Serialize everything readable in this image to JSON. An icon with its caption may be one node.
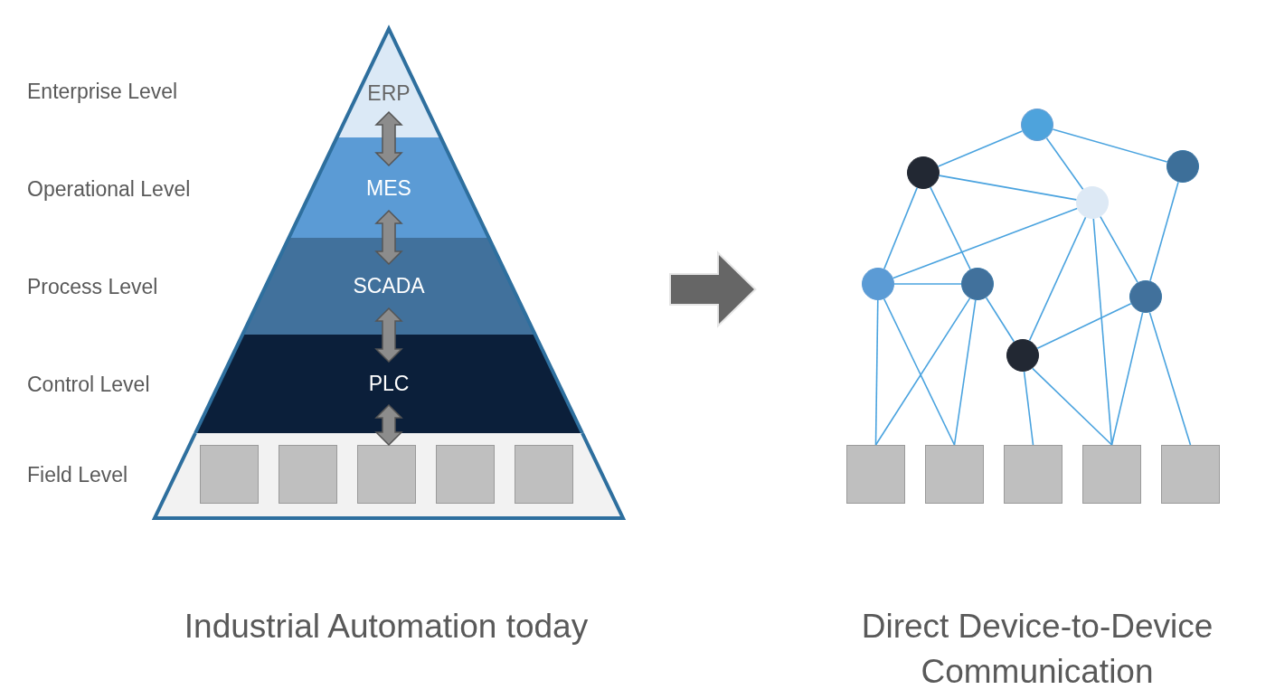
{
  "diagram": {
    "nodes": [
      {
        "text": [
          "ERP"
        ]
      },
      {
        "text": [
          "MES"
        ]
      },
      {
        "text": [
          "SCADA"
        ]
      },
      {
        "text": [
          "PLC"
        ]
      },
      {
        "text": [],
        "shape": "box"
      },
      {
        "text": [],
        "shape": "box",
        "in": 4
      },
      {
        "text": [],
        "shape": "box",
        "in": 4
      },
      {
        "text": [],
        "shape": "box",
        "in": 4
      },
      {
        "text": [],
        "shape": "box",
        "in": 4
      },
      {
        "text": [],
        "shape": "box",
        "in": 4
      },
      {
        "text": [],
        "shape": "circle"
      },
      {
        "text": [],
        "shape": "circle"
      },
      {
        "text": [],
        "shape": "circle"
      },
      {
        "text": [],
        "shape": "circle"
      },
      {
        "text": [],
        "shape": "circle"
      },
      {
        "text": [],
        "shape": "circle"
      },
      {
        "text": [],
        "shape": "circle"
      },
      {
        "text": [],
        "shape": "circle"
      },
      {
        "text": [],
        "shape": "box"
      },
      {
        "text": [],
        "shape": "box"
      },
      {
        "text": [],
        "shape": "box"
      },
      {
        "text": [],
        "shape": "box"
      },
      {
        "text": [],
        "shape": "box"
      }
    ],
    "edges": [
      {
        "from": 0,
        "to": 1,
        "arrow": "both"
      },
      {
        "from": 1,
        "to": 2,
        "arrow": "both"
      },
      {
        "from": 2,
        "to": 3,
        "arrow": "both"
      },
      {
        "from": 3,
        "to": 7,
        "arrow": "both"
      },
      {
        "from": 10,
        "to": 11,
        "arrow": "none"
      },
      {
        "from": 10,
        "to": 12,
        "arrow": "none"
      },
      {
        "from": 10,
        "to": 13,
        "arrow": "none"
      },
      {
        "from": 11,
        "to": 13,
        "arrow": "none"
      },
      {
        "from": 11,
        "to": 14,
        "arrow": "none"
      },
      {
        "from": 11,
        "to": 15,
        "arrow": "none"
      },
      {
        "from": 13,
        "to": 14,
        "arrow": "none"
      },
      {
        "from": 13,
        "to": 17,
        "arrow": "none"
      },
      {
        "from": 13,
        "to": 21,
        "arrow": "none"
      },
      {
        "from": 13,
        "to": 16,
        "arrow": "none"
      },
      {
        "from": 12,
        "to": 16,
        "arrow": "none"
      },
      {
        "from": 14,
        "to": 15,
        "arrow": "none"
      },
      {
        "from": 14,
        "to": 18,
        "arrow": "none"
      },
      {
        "from": 14,
        "to": 19,
        "arrow": "none"
      },
      {
        "from": 15,
        "to": 18,
        "arrow": "none"
      },
      {
        "from": 15,
        "to": 19,
        "arrow": "none"
      },
      {
        "from": 15,
        "to": 17,
        "arrow": "none"
      },
      {
        "from": 17,
        "to": 16,
        "arrow": "none"
      },
      {
        "from": 17,
        "to": 20,
        "arrow": "none"
      },
      {
        "from": 17,
        "to": 21,
        "arrow": "none"
      },
      {
        "from": 16,
        "to": 21,
        "arrow": "none"
      },
      {
        "from": 16,
        "to": 22,
        "arrow": "none"
      }
    ],
    "labels": [
      "Enterprise Level",
      "Operational Level",
      "Process Level",
      "Control Level",
      "Field Level",
      "Industrial Automation today",
      "Direct Device-to-Device Communication"
    ]
  }
}
